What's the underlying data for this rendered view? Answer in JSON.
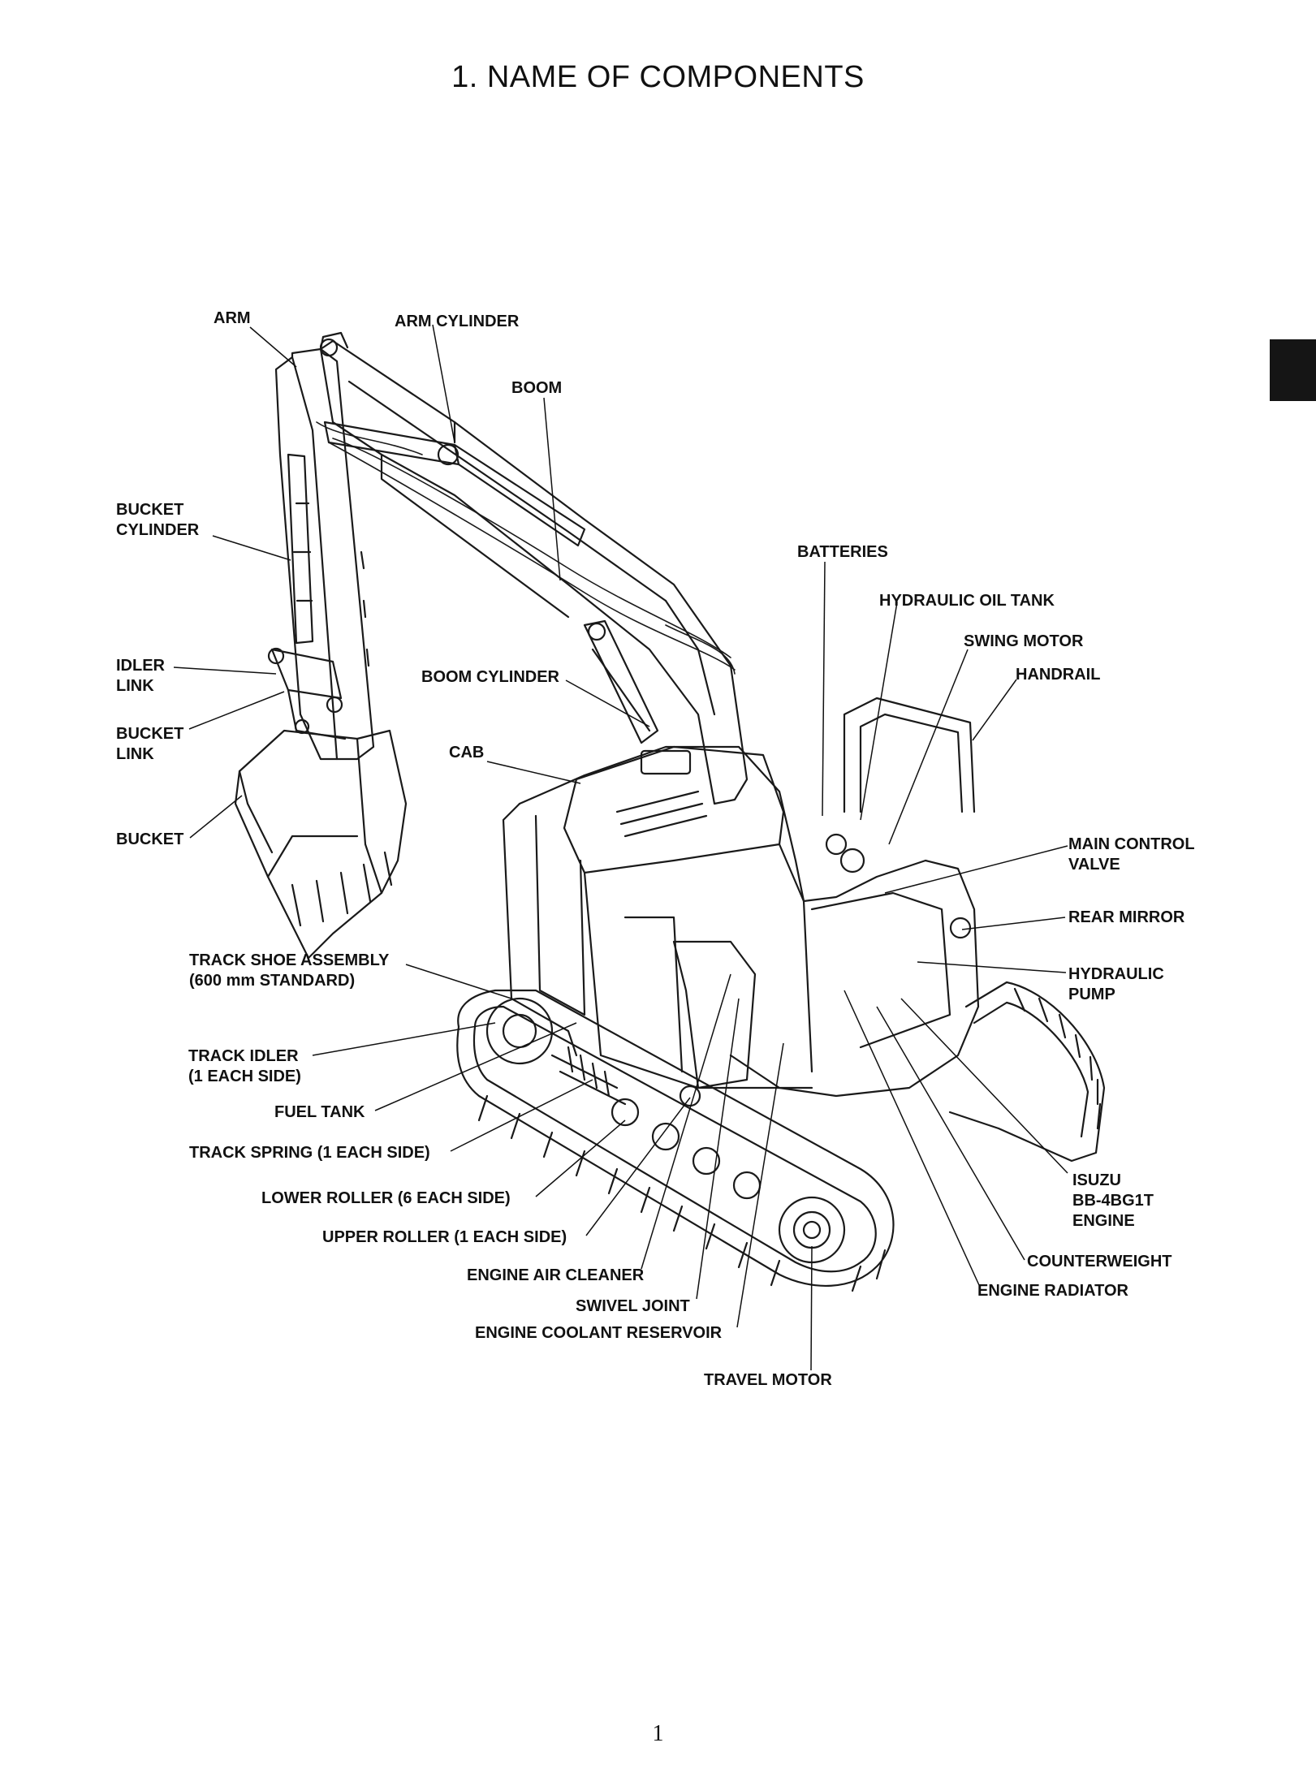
{
  "page": {
    "title": "1.   NAME OF COMPONENTS",
    "page_number": "1"
  },
  "labels": {
    "arm": "ARM",
    "arm_cylinder": "ARM CYLINDER",
    "boom": "BOOM",
    "bucket_cylinder": "BUCKET\nCYLINDER",
    "batteries": "BATTERIES",
    "hydraulic_oil_tank": "HYDRAULIC OIL TANK",
    "swing_motor": "SWING MOTOR",
    "handrail": "HANDRAIL",
    "idler_link": "IDLER\nLINK",
    "boom_cylinder": "BOOM CYLINDER",
    "bucket_link": "BUCKET\nLINK",
    "cab": "CAB",
    "bucket": "BUCKET",
    "main_control_valve": "MAIN CONTROL\nVALVE",
    "rear_mirror": "REAR MIRROR",
    "track_shoe_assembly": "TRACK SHOE ASSEMBLY\n(600 mm STANDARD)",
    "hydraulic_pump": "HYDRAULIC\nPUMP",
    "track_idler": "TRACK IDLER\n(1 EACH SIDE)",
    "fuel_tank": "FUEL TANK",
    "track_spring": "TRACK SPRING (1 EACH SIDE)",
    "isuzu_engine": "ISUZU\nBB-4BG1T\nENGINE",
    "lower_roller": "LOWER ROLLER (6 EACH SIDE)",
    "upper_roller": "UPPER ROLLER (1 EACH SIDE)",
    "counterweight": "COUNTERWEIGHT",
    "engine_air_cleaner": "ENGINE AIR CLEANER",
    "engine_radiator": "ENGINE RADIATOR",
    "swivel_joint": "SWIVEL JOINT",
    "engine_coolant_reservoir": "ENGINE COOLANT RESERVOIR",
    "travel_motor": "TRAVEL MOTOR"
  }
}
